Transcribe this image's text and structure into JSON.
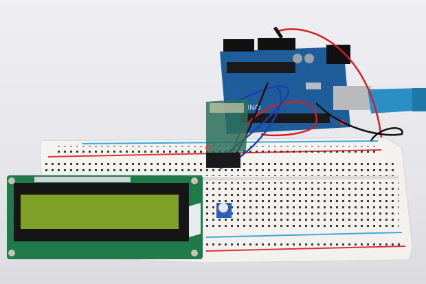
{
  "photo": {
    "description": "Arduino Uno connected to a Bluetooth module, 16x2 LCD and potentiometer on a solderless breadboard",
    "background_color": "#e9e8ec"
  },
  "components": {
    "arduino": {
      "label": "UNO",
      "board_color": "#1f5d9a"
    },
    "usb_cable": {
      "color": "#2a8fc4"
    },
    "bluetooth_module": {
      "color": "#2c6f5a",
      "led_color": "#ff3030"
    },
    "lcd": {
      "screen_color": "#7fa027",
      "pcb_color": "#1f7a4a",
      "pin_count": 16
    },
    "potentiometer": {
      "color": "#2b5fb8"
    },
    "breadboard": {
      "color": "#f3f2ef",
      "rail_red": "#d8333a",
      "rail_blue": "#3ea6d8"
    },
    "wires": [
      {
        "color": "#d42020"
      },
      {
        "color": "#1c3fb0"
      },
      {
        "color": "#111111"
      }
    ]
  }
}
